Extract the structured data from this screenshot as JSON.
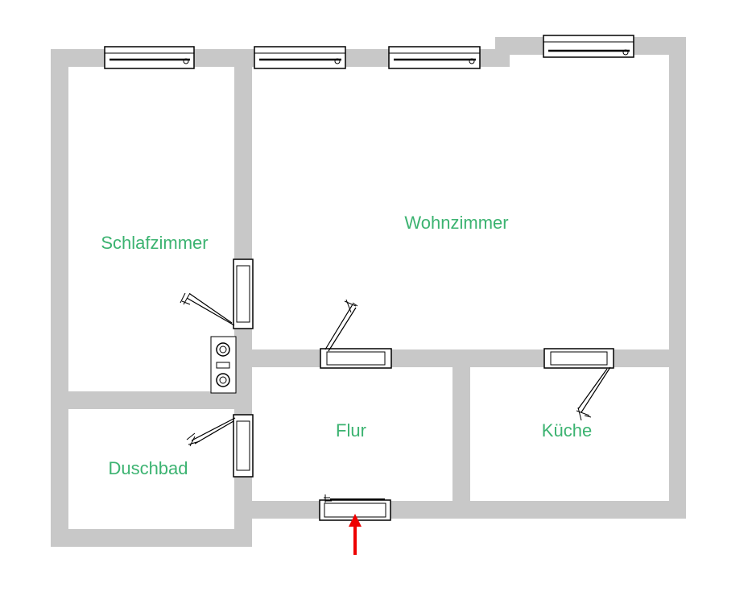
{
  "rooms": {
    "schlafzimmer": "Schlafzimmer",
    "wohnzimmer": "Wohnzimmer",
    "flur": "Flur",
    "kueche": "Küche",
    "duschbad": "Duschbad"
  },
  "colors": {
    "wall": "#c8c8c8",
    "label": "#3cb371",
    "entrance_arrow": "#ee0000"
  }
}
